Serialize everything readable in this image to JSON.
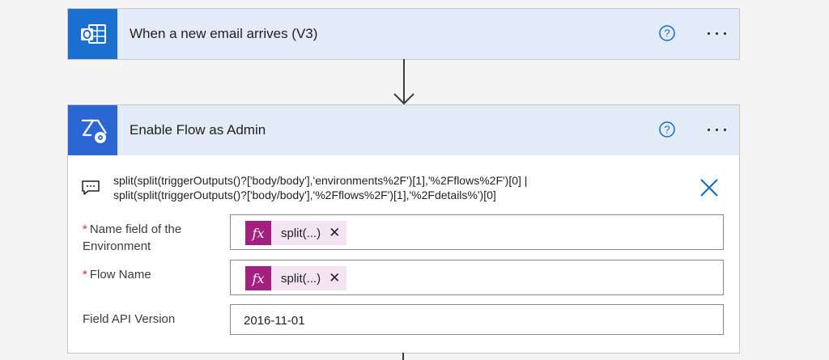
{
  "trigger": {
    "title": "When a new email arrives (V3)",
    "icon": "outlook-icon",
    "icon_color": "#1b6fce"
  },
  "action": {
    "title": "Enable Flow as Admin",
    "icon": "flow-admin-icon",
    "icon_color": "#2b66d3",
    "comment_lines": [
      "split(split(triggerOutputs()?['body/body'],'environments%2F')[1],'%2Fflows%2F')[0] |",
      "split(split(triggerOutputs()?['body/body'],'%2Fflows%2F')[1],'%2Fdetails%')[0]"
    ],
    "fields": [
      {
        "label_line1": "Name field of the",
        "label_line2": "Environment",
        "required": "*",
        "token_icon": "fx",
        "token_label": "split(...)",
        "token_remove": "✕"
      },
      {
        "label_line1": "Flow Name",
        "required": "*",
        "token_icon": "fx",
        "token_label": "split(...)",
        "token_remove": "✕"
      },
      {
        "label_line1": "Field API Version",
        "value": "2016-11-01"
      }
    ]
  },
  "colors": {
    "header_bg": "#e3ebf8",
    "accent": "#0f6cbd",
    "token_fx": "#a3207f",
    "required": "#d13438"
  }
}
